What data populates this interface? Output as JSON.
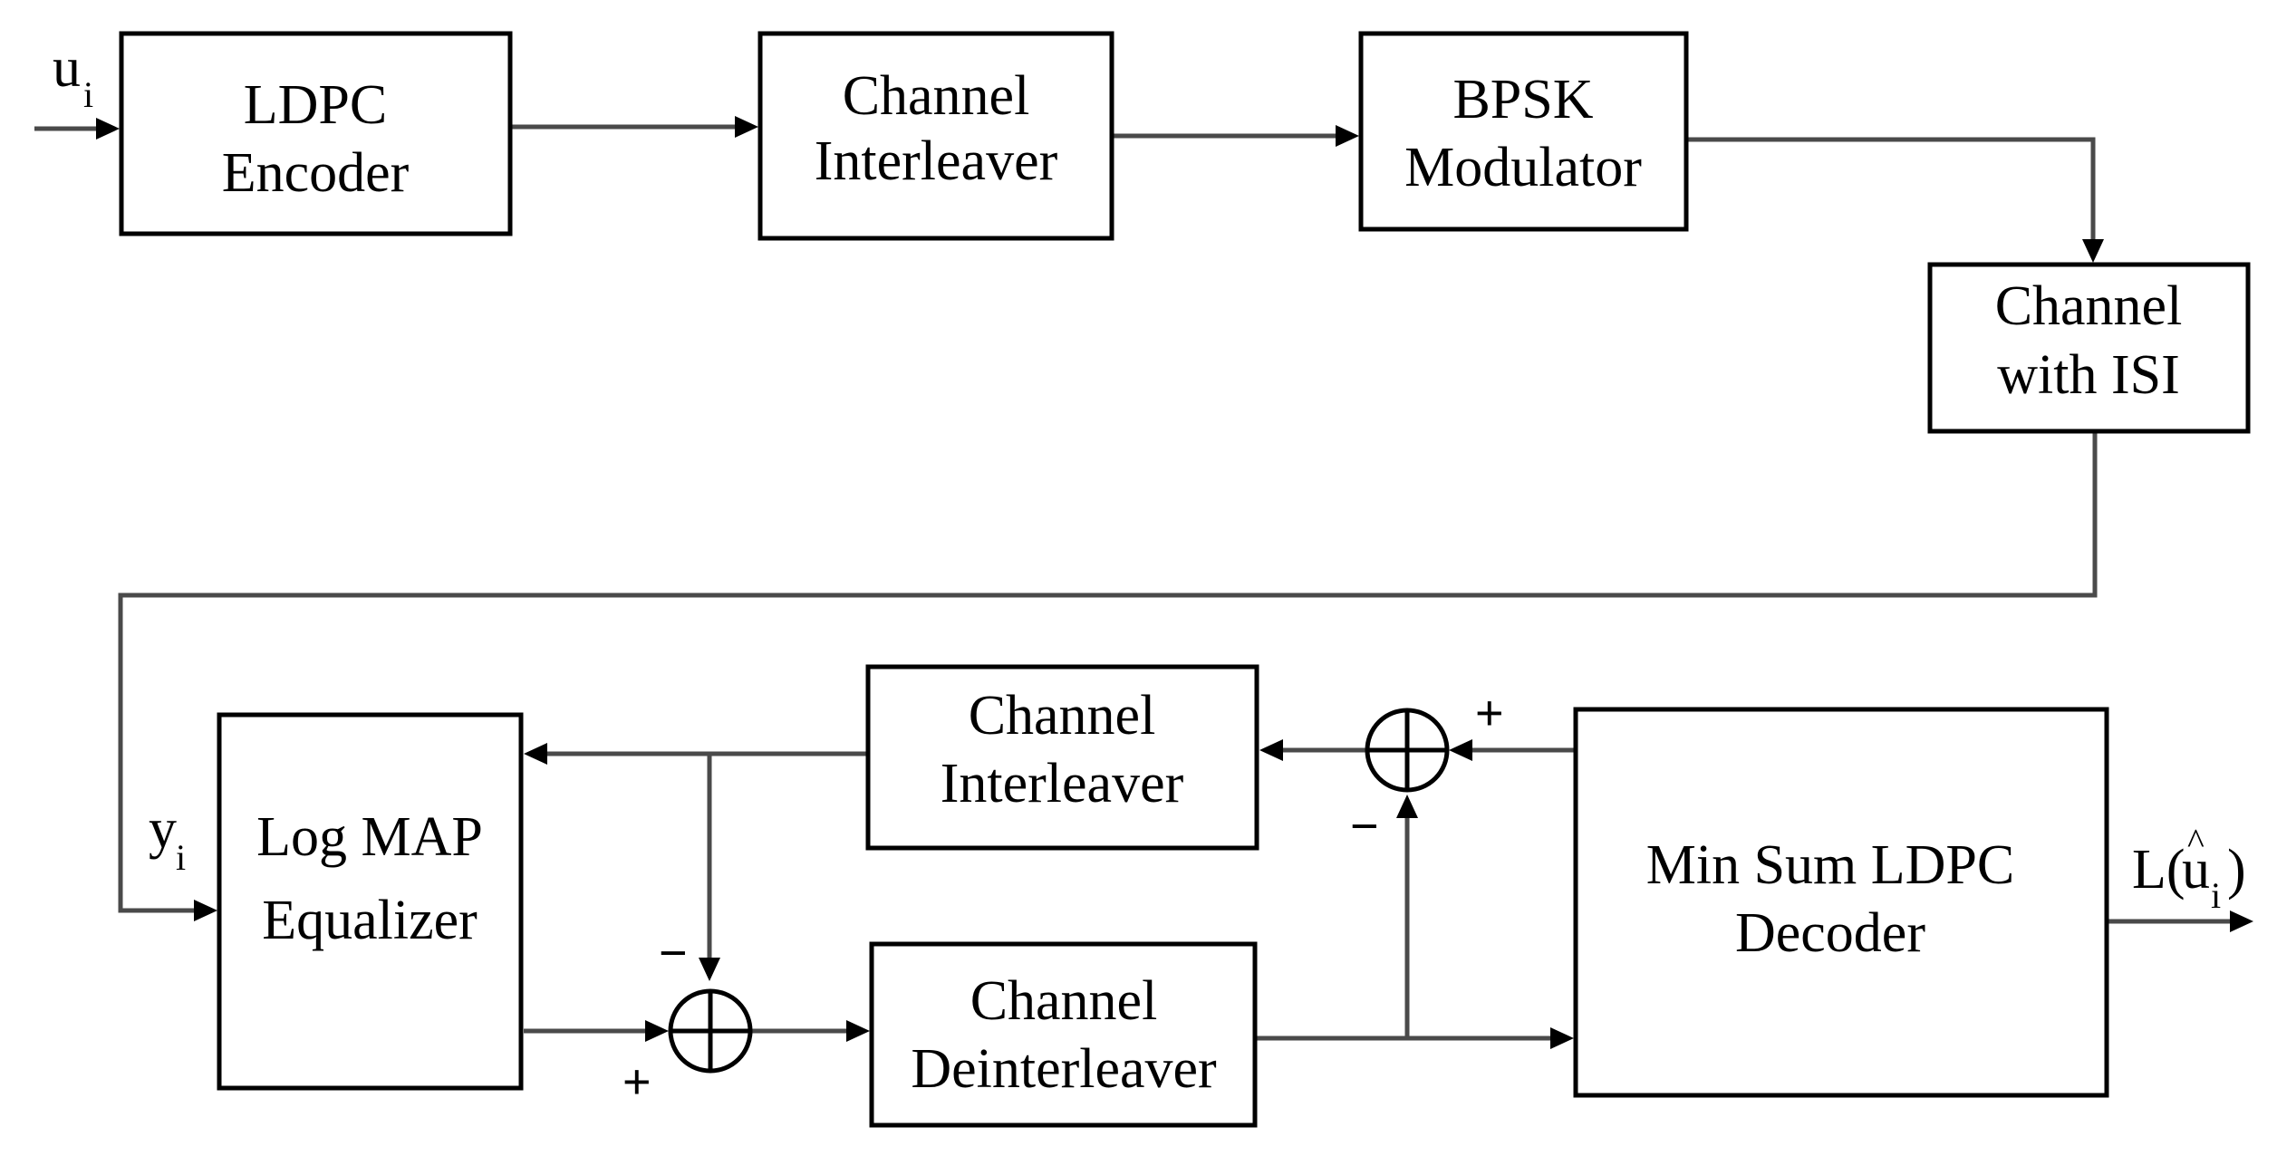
{
  "input_signal": {
    "symbol": "u",
    "subscript": "i"
  },
  "equalizer_input": {
    "symbol": "y",
    "subscript": "i"
  },
  "output_signal": {
    "prefix": "L(",
    "symbol": "u",
    "accent": "^",
    "subscript": "i",
    "suffix": ")"
  },
  "blocks": {
    "ldpc_encoder": [
      "LDPC",
      "Encoder"
    ],
    "channel_interleaver_top": [
      "Channel",
      "Interleaver"
    ],
    "bpsk_modulator": [
      "BPSK",
      "Modulator"
    ],
    "channel_isi": [
      "Channel",
      "with ISI"
    ],
    "log_map_equalizer": [
      "Log MAP",
      "Equalizer"
    ],
    "channel_interleaver_feedback": [
      "Channel",
      "Interleaver"
    ],
    "channel_deinterleaver": [
      "Channel",
      "Deinterleaver"
    ],
    "min_sum_decoder": [
      "Min Sum LDPC",
      "Decoder"
    ]
  },
  "summing_junctions": {
    "lower": {
      "minus": "−",
      "plus": "+"
    },
    "upper": {
      "plus": "+",
      "minus": "−"
    }
  }
}
